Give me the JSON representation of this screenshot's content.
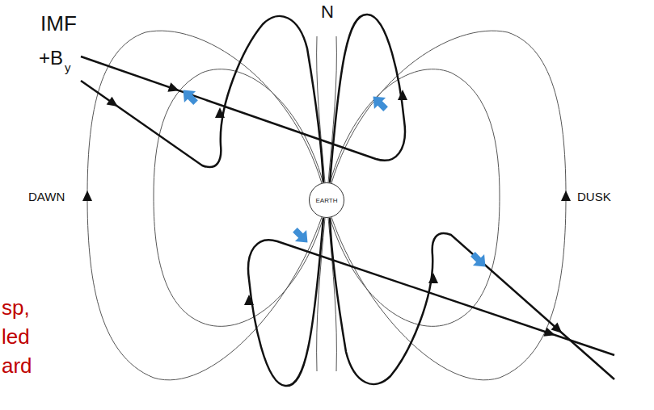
{
  "diagram": {
    "nodes": [
      {
        "text": [
          "EARTH"
        ]
      }
    ],
    "labels": [
      "IMF",
      "+B",
      "y",
      "N",
      "DAWN",
      "DUSK",
      "sp,",
      "led",
      "ard"
    ]
  }
}
